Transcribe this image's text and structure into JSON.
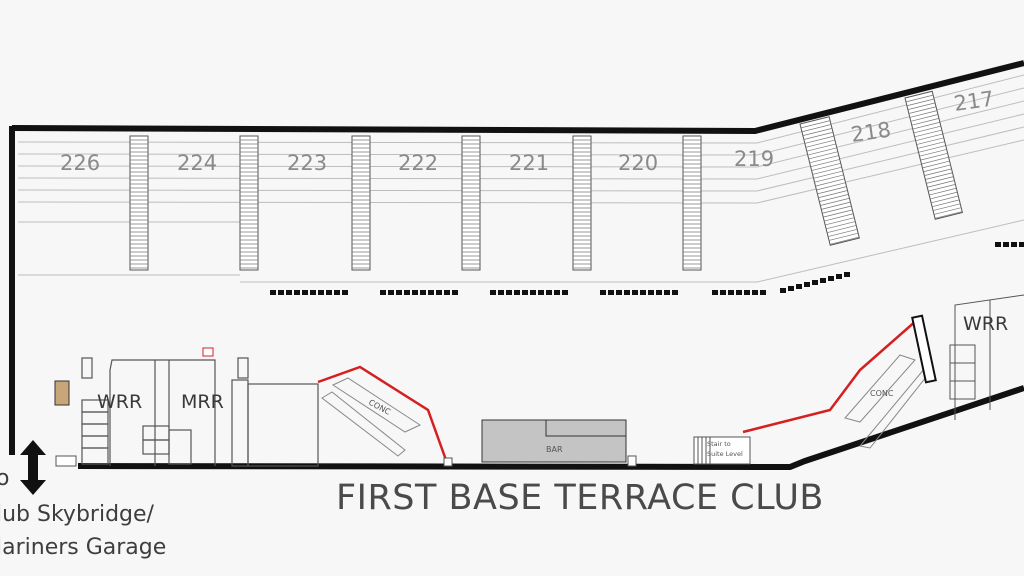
{
  "title": "FIRST BASE TERRACE CLUB",
  "sections": [
    "226",
    "224",
    "223",
    "222",
    "221",
    "220",
    "219",
    "218",
    "217"
  ],
  "rooms": {
    "wrr_left": "WRR",
    "mrr": "MRR",
    "wrr_right": "WRR",
    "conc_left": "CONC",
    "conc_right": "CONC",
    "bar": "BAR",
    "stair_line1": "Stair to",
    "stair_line2": "Suite Level"
  },
  "directions": {
    "prefix": "o",
    "line1": "lub Skybridge/",
    "line2": "lariners Garage",
    "arrow_icon": "double-arrow-vertical"
  },
  "colors": {
    "wall": "#111111",
    "rail": "#d42020",
    "bar": "#c4c4c4",
    "table": "#c9a67a",
    "text": "#4a4a4a"
  }
}
